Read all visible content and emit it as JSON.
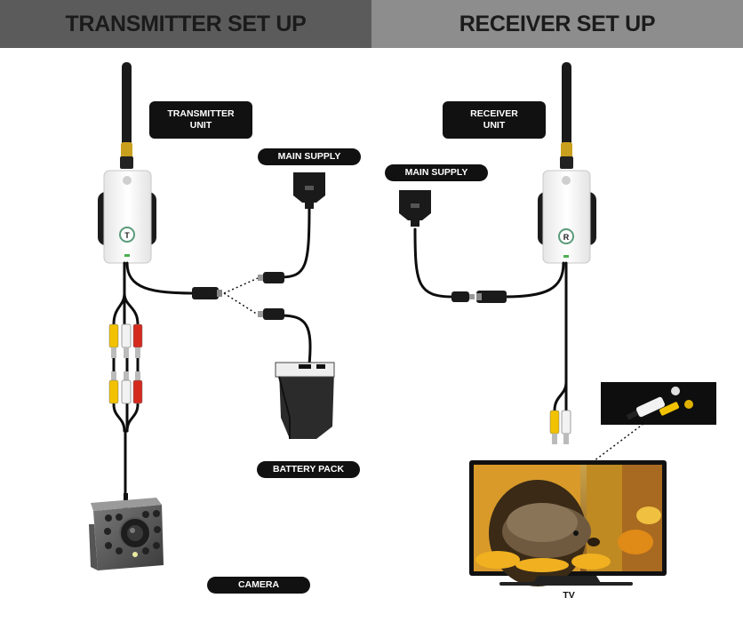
{
  "header": {
    "transmitter_title": "TRANSMITTER SET UP",
    "receiver_title": "RECEIVER SET UP"
  },
  "labels": {
    "transmitter_unit": "TRANSMITTER\nUNIT",
    "receiver_unit": "RECEIVER\nUNIT",
    "main_supply_left": "MAIN SUPPLY",
    "main_supply_right": "MAIN SUPPLY",
    "battery_pack": "BATTERY PACK",
    "camera": "CAMERA",
    "tv": "TV"
  },
  "unit_badges": {
    "transmitter": "T",
    "receiver": "R"
  },
  "colors": {
    "header_left_bg": "#5b5b5b",
    "header_right_bg": "#8d8d8d",
    "label_bg": "#111111",
    "rca_yellow": "#f2c200",
    "rca_white": "#f2f2f2",
    "rca_red": "#d42a1e"
  }
}
